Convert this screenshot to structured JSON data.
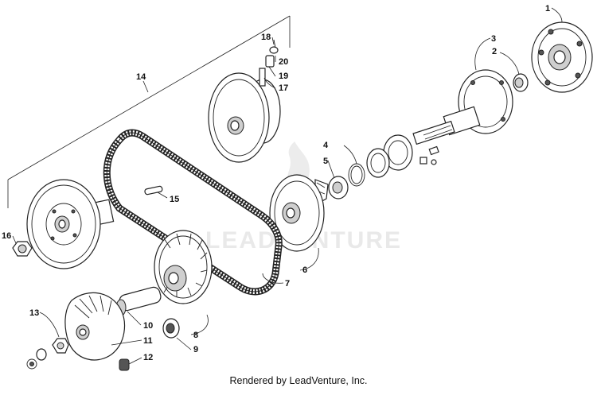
{
  "diagram": {
    "watermark": "LEADVENTURE",
    "credit": "Rendered by LeadVenture, Inc.",
    "callouts": [
      "1",
      "2",
      "3",
      "4",
      "5",
      "6",
      "7",
      "8",
      "9",
      "10",
      "11",
      "12",
      "13",
      "14",
      "15",
      "16",
      "17",
      "18",
      "19",
      "20"
    ]
  }
}
